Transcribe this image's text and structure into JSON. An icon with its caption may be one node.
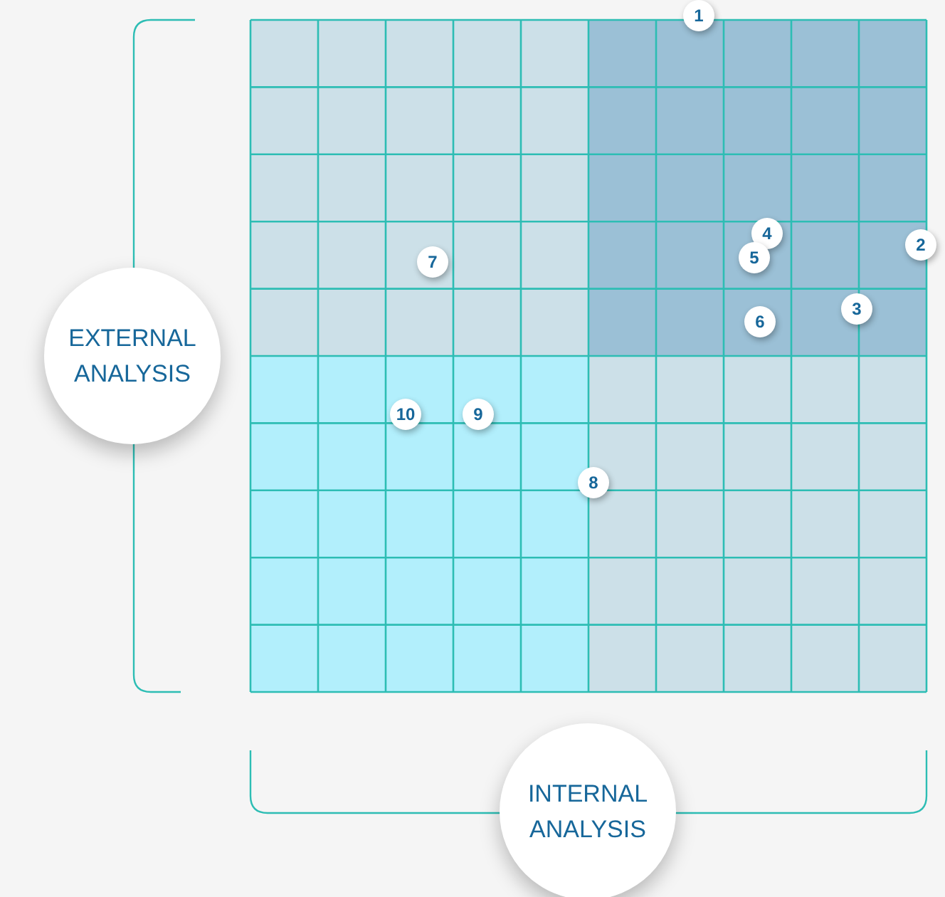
{
  "diagram": {
    "nodes": [
      {
        "text": [
          "1"
        ]
      },
      {
        "text": [
          "2"
        ]
      },
      {
        "text": [
          "3"
        ]
      },
      {
        "text": [
          "4"
        ]
      },
      {
        "text": [
          "5"
        ]
      },
      {
        "text": [
          "6"
        ]
      },
      {
        "text": [
          "7"
        ]
      },
      {
        "text": [
          "8"
        ]
      },
      {
        "text": [
          "9"
        ]
      },
      {
        "text": [
          "10"
        ]
      },
      {
        "text": [
          "EXTERNAL ANALYSIS"
        ]
      },
      {
        "text": [
          "INTERNAL ANALYSIS"
        ]
      }
    ]
  }
}
